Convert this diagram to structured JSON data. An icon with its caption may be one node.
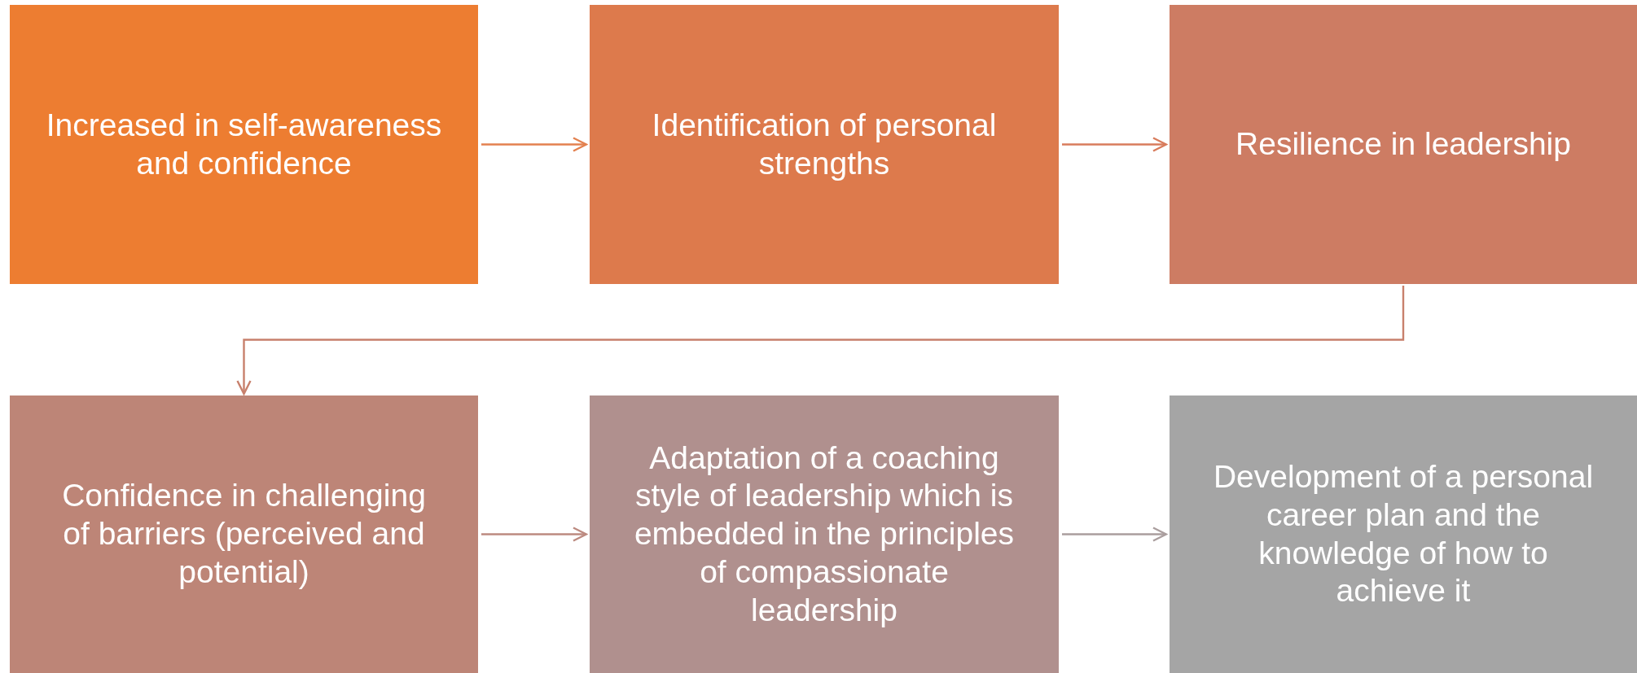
{
  "diagram": {
    "nodes": [
      {
        "text": [
          "Increased in self-awareness and confidence"
        ]
      },
      {
        "text": [
          "Identification of personal strengths"
        ]
      },
      {
        "text": [
          "Resilience in leadership"
        ]
      },
      {
        "text": [
          "Confidence in challenging of barriers (perceived and potential)"
        ]
      },
      {
        "text": [
          "Adaptation of a coaching style of leadership which is embedded in the principles of compassionate leadership"
        ]
      },
      {
        "text": [
          "Development of a personal career plan and the knowledge of how to achieve it"
        ]
      }
    ],
    "edges": [
      {
        "from": 0,
        "to": 1,
        "arrow": "to",
        "color": "#e3814f"
      },
      {
        "from": 1,
        "to": 2,
        "arrow": "to",
        "color": "#d87c5c"
      },
      {
        "from": 2,
        "to": 3,
        "arrow": "to",
        "color": "#c8806c"
      },
      {
        "from": 3,
        "to": 4,
        "arrow": "to",
        "color": "#bc8a80"
      },
      {
        "from": 4,
        "to": 5,
        "arrow": "to",
        "color": "#aa9e9e"
      }
    ]
  }
}
